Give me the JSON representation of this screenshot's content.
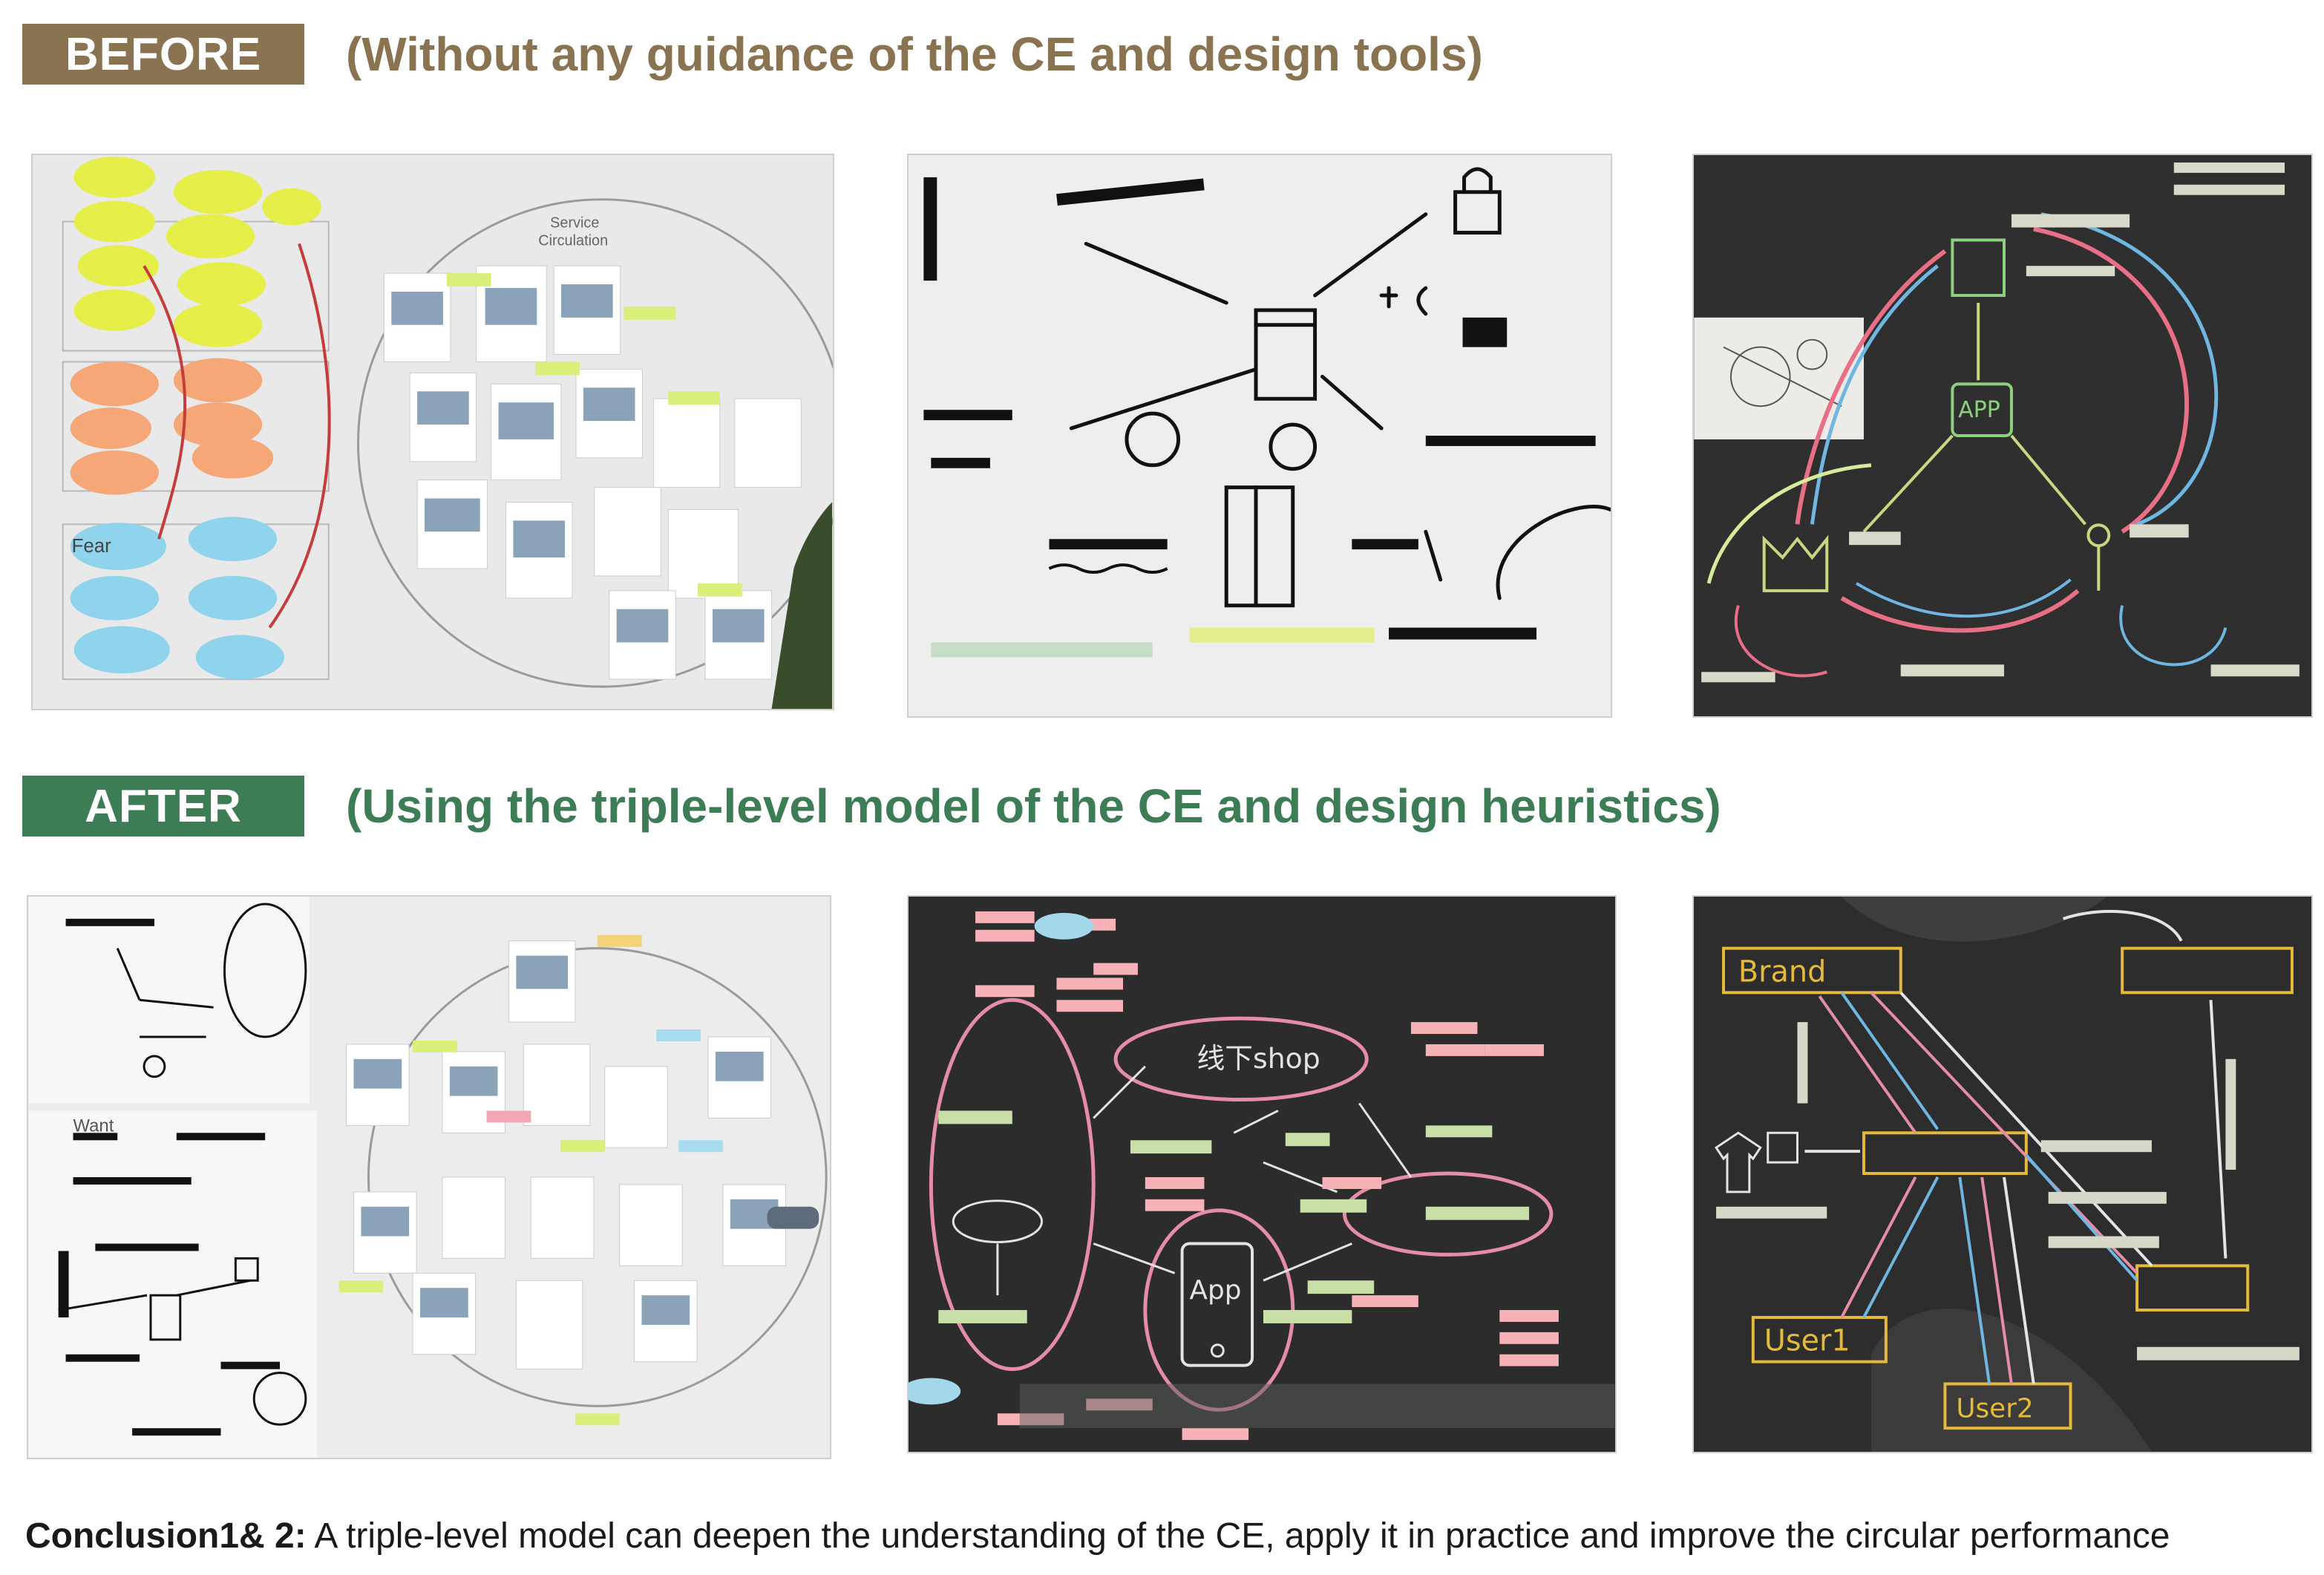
{
  "before": {
    "badge": "BEFORE",
    "heading": "(Without any guidance of the CE and design tools)"
  },
  "after": {
    "badge": "AFTER",
    "heading": "(Using the triple-level model of the CE and design heuristics)"
  },
  "photos": {
    "before_board": {
      "label_service": "Service",
      "label_circulation": "Circulation",
      "label_fear": "Fear"
    },
    "after_board": {
      "label_want": "Want"
    },
    "after_chalk_left": {
      "text_shop": "线下shop",
      "text_app": "App"
    },
    "after_chalk_right": {
      "text_brand": "Brand",
      "text_user1": "User1",
      "text_user2": "User2"
    },
    "before_chalk": {
      "text_app": "APP"
    }
  },
  "conclusion": {
    "lead": "Conclusion1& 2:",
    "text": " A triple-level model can deepen the understanding of the CE, apply it in practice and improve the circular performance"
  },
  "colors": {
    "before_accent": "#8a7350",
    "after_accent": "#3d7d55"
  }
}
